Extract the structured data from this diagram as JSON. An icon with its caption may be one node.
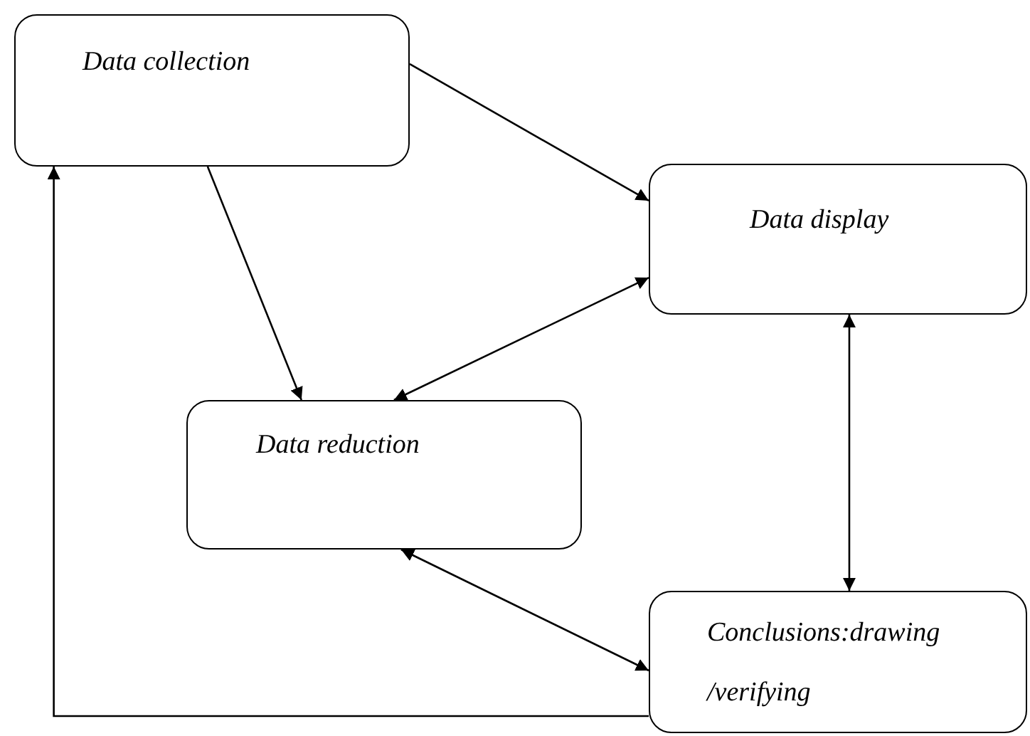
{
  "diagram": {
    "nodes": [
      {
        "text": [
          "Data collection"
        ]
      },
      {
        "text": [
          "Data display"
        ]
      },
      {
        "text": [
          "Data reduction"
        ]
      },
      {
        "text": [
          "Conclusions:drawing /verifying"
        ]
      }
    ],
    "edges": [
      {
        "from": 0,
        "to": 1,
        "arrow": "to"
      },
      {
        "from": 0,
        "to": 2,
        "arrow": "to"
      },
      {
        "from": 1,
        "to": 2,
        "arrow": "both"
      },
      {
        "from": 1,
        "to": 3,
        "arrow": "both"
      },
      {
        "from": 2,
        "to": 3,
        "arrow": "both"
      },
      {
        "from": 3,
        "to": 0,
        "arrow": "to"
      }
    ]
  }
}
